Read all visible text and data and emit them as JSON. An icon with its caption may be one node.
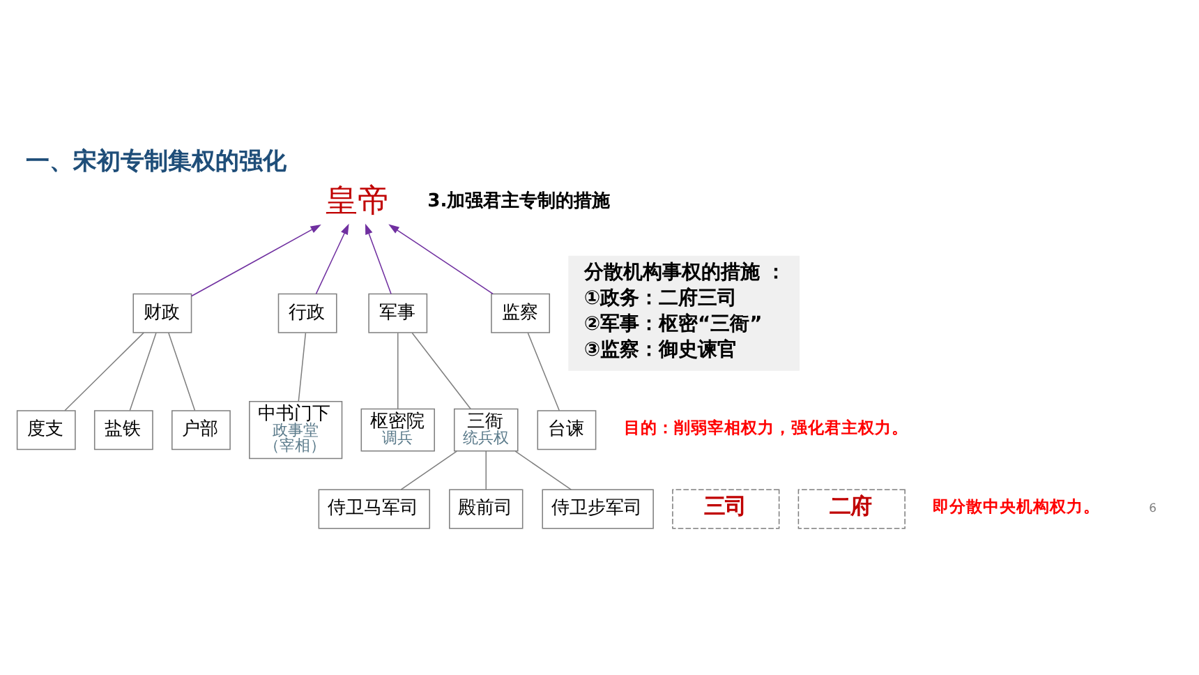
{
  "diagram": {
    "title": "一、宋初专制集权的强化",
    "nodes": [
      {
        "text": [
          "皇帝"
        ]
      },
      {
        "text": [
          "财政"
        ]
      },
      {
        "text": [
          "行政"
        ]
      },
      {
        "text": [
          "军事"
        ]
      },
      {
        "text": [
          "监察"
        ]
      },
      {
        "text": [
          "度支"
        ]
      },
      {
        "text": [
          "盐铁"
        ]
      },
      {
        "text": [
          "户部"
        ]
      },
      {
        "text": [
          "中书门下",
          "政事堂",
          "（宰相）"
        ]
      },
      {
        "text": [
          "枢密院",
          "调兵"
        ]
      },
      {
        "text": [
          "三衙",
          "统兵权"
        ]
      },
      {
        "text": [
          "台谏"
        ]
      },
      {
        "text": [
          "侍卫马军司"
        ]
      },
      {
        "text": [
          "殿前司"
        ]
      },
      {
        "text": [
          "侍卫步军司"
        ]
      },
      {
        "text": [
          "三司"
        ]
      },
      {
        "text": [
          "二府"
        ]
      },
      {
        "text": [
          "分散机构事权的措施 ：",
          "①政务：二府三司",
          "②军事：枢密“三衙”",
          "③监察：御史谏官"
        ]
      }
    ],
    "edges": [
      {
        "from": 1,
        "to": 0,
        "arrow": "to",
        "color": "#7030a0"
      },
      {
        "from": 2,
        "to": 0,
        "arrow": "to",
        "color": "#7030a0"
      },
      {
        "from": 3,
        "to": 0,
        "arrow": "to",
        "color": "#7030a0"
      },
      {
        "from": 4,
        "to": 0,
        "arrow": "to",
        "color": "#7030a0"
      },
      {
        "from": 5,
        "to": 1,
        "arrow": "none"
      },
      {
        "from": 6,
        "to": 1,
        "arrow": "none"
      },
      {
        "from": 7,
        "to": 1,
        "arrow": "none"
      },
      {
        "from": 8,
        "to": 2,
        "arrow": "none"
      },
      {
        "from": 9,
        "to": 3,
        "arrow": "none"
      },
      {
        "from": 10,
        "to": 3,
        "arrow": "none"
      },
      {
        "from": 11,
        "to": 4,
        "arrow": "none"
      },
      {
        "from": 12,
        "to": 10,
        "arrow": "none"
      },
      {
        "from": 13,
        "to": 10,
        "arrow": "none"
      },
      {
        "from": 14,
        "to": 10,
        "arrow": "none"
      }
    ],
    "labels": [
      "3.加强君主专制的措施",
      "目的：削弱宰相权力，强化君主权力。",
      "即分散中央机构权力。",
      "6"
    ]
  }
}
